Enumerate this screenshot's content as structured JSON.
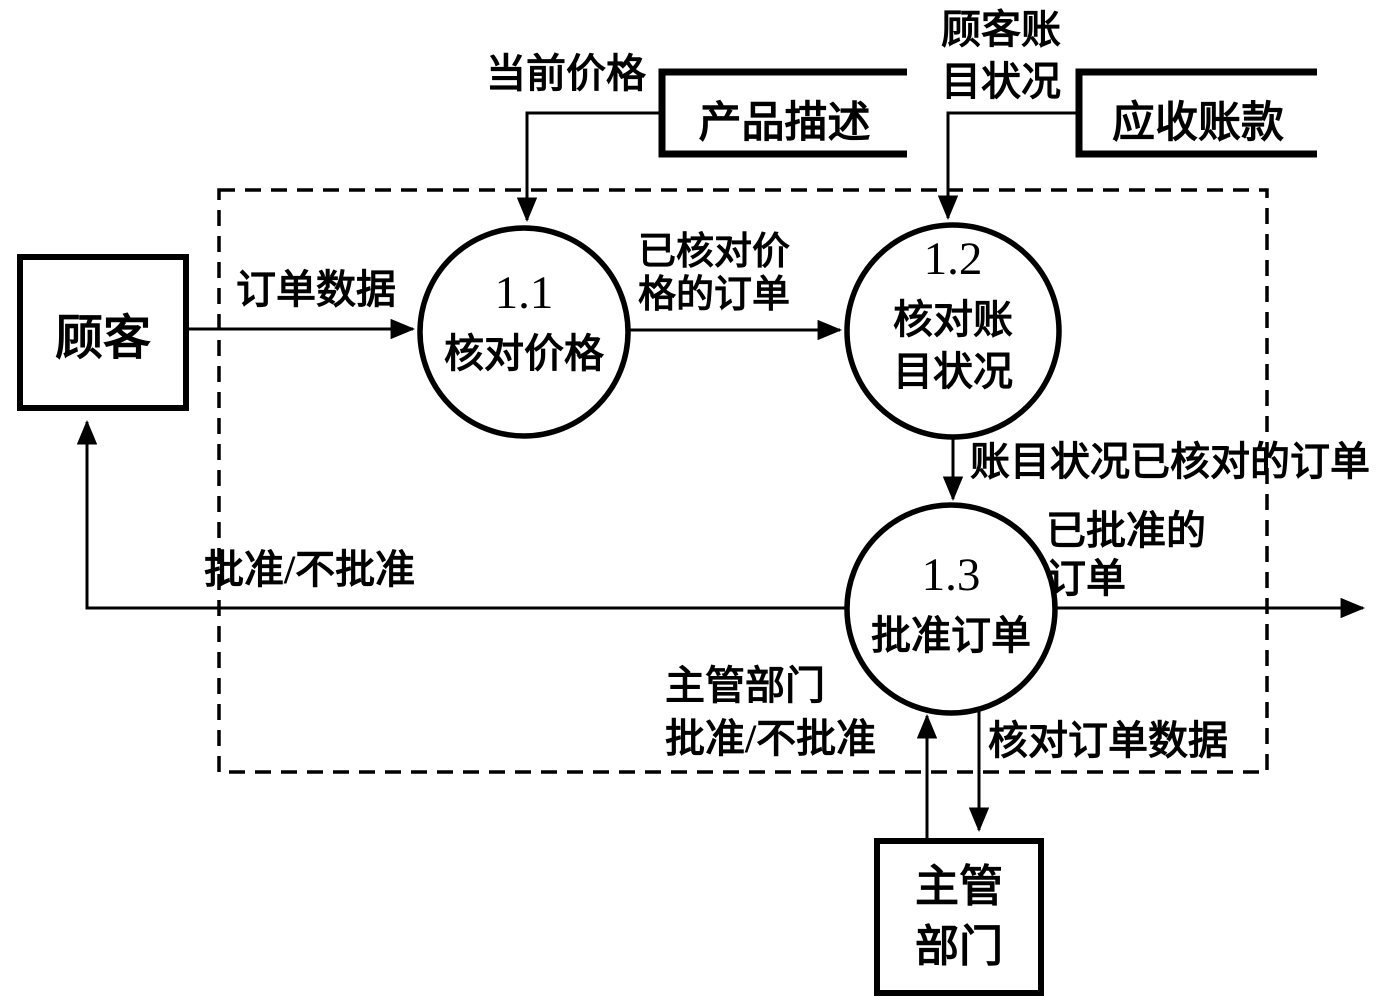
{
  "entities": {
    "customer": {
      "label": "顾客"
    },
    "supervisor": {
      "line1": "主管",
      "line2": "部门"
    }
  },
  "processes": {
    "p11": {
      "number": "1.1",
      "name": "核对价格"
    },
    "p12": {
      "number": "1.2",
      "line1": "核对账",
      "line2": "目状况"
    },
    "p13": {
      "number": "1.3",
      "name": "批准订单"
    }
  },
  "stores": {
    "product_description": {
      "label": "产品描述"
    },
    "accounts_receivable": {
      "label": "应收账款"
    }
  },
  "flows": {
    "order_data": {
      "label": "订单数据"
    },
    "current_price": {
      "label": "当前价格"
    },
    "customer_account_status": {
      "line1": "顾客账",
      "line2": "目状况"
    },
    "price_verified_order": {
      "line1": "已核对价",
      "line2": "格的订单"
    },
    "account_verified_order": {
      "label": "账目状况已核对的订单"
    },
    "approve_reject": {
      "label": "批准/不批准"
    },
    "approved_order": {
      "line1": "已批准的",
      "line2": "订单"
    },
    "supervisor_approve_reject": {
      "line1": "主管部门",
      "line2": "批准/不批准"
    },
    "verified_order_data": {
      "label": "核对订单数据"
    }
  },
  "colors": {
    "ink": "#000000",
    "background": "#ffffff"
  }
}
